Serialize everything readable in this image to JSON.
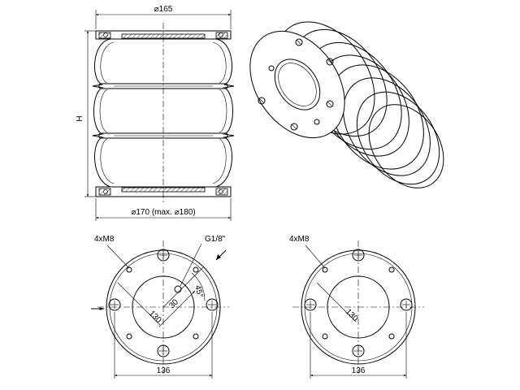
{
  "side_view": {
    "dim_top": "⌀165",
    "dim_height": "H",
    "dim_bottom": "⌀170 (max. ⌀180)"
  },
  "top_view_left": {
    "label_holes": "4xM8",
    "label_port": "G1/8\"",
    "dim_bolt_circle": "130",
    "dim_port_offset": "30",
    "dim_angle": "45°",
    "dim_width": "136"
  },
  "top_view_right": {
    "label_holes": "4xM8",
    "dim_bolt_circle": "130",
    "dim_width": "136"
  }
}
